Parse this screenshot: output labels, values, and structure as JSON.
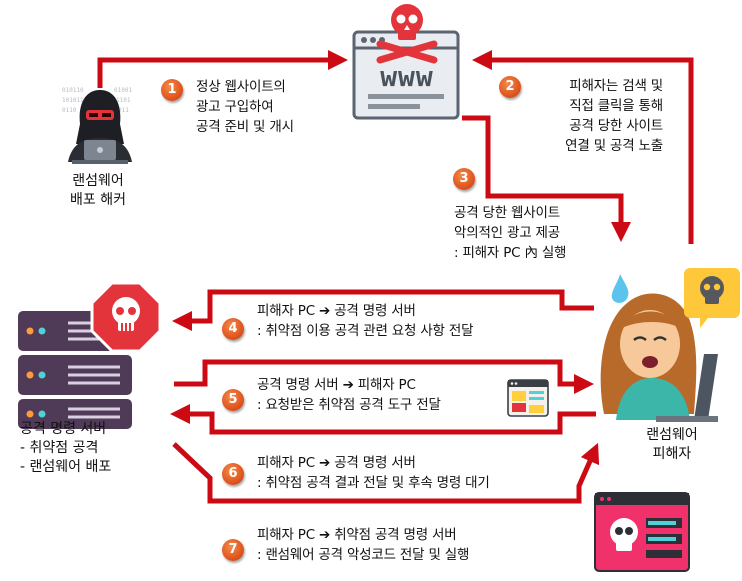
{
  "steps": [
    {
      "num": "1",
      "lines": [
        "정상 웹사이트의",
        "광고 구입하여",
        "공격 준비 및 개시"
      ]
    },
    {
      "num": "2",
      "lines": [
        "피해자는 검색 및",
        "직접 클릭을 통해",
        "공격 당한 사이트",
        "연결 및 공격 노출"
      ]
    },
    {
      "num": "3",
      "lines": [
        "공격 당한 웹사이트",
        "악의적인 광고 제공",
        ": 피해자 PC 內 실행"
      ]
    },
    {
      "num": "4",
      "lines": [
        "피해자 PC ➔ 공격 명령 서버",
        ": 취약점 이용 공격 관련 요청 사항 전달"
      ]
    },
    {
      "num": "5",
      "lines": [
        "공격 명령 서버 ➔ 피해자 PC",
        ": 요청받은 취약점 공격 도구 전달"
      ]
    },
    {
      "num": "6",
      "lines": [
        "피해자 PC ➔ 공격 명령 서버",
        ": 취약점 공격 결과 전달 및 후속 명령 대기"
      ]
    },
    {
      "num": "7",
      "lines": [
        "피해자 PC ➔ 취약점 공격 명령 서버",
        ": 랜섬웨어 공격 악성코드 전달 및 실행"
      ]
    }
  ],
  "actors": {
    "hacker": [
      "랜섬웨어",
      "배포 해커"
    ],
    "server": [
      "공격 명령 서버",
      "- 취약점 공격",
      "- 랜섬웨어 배포"
    ],
    "victim": [
      "랜섬웨어",
      "피해자"
    ]
  },
  "icons": {
    "website": "www",
    "website_icon": "hacked-website-icon",
    "hacker_icon": "hacker-icon",
    "server_icon": "server-icon",
    "victim_icon": "victim-icon",
    "tool_icon": "exploit-tool-icon",
    "malware_icon": "malware-icon"
  },
  "colors": {
    "arrow": "#cc0a14",
    "badge": "#e0561f",
    "skull_red": "#e3343c"
  }
}
